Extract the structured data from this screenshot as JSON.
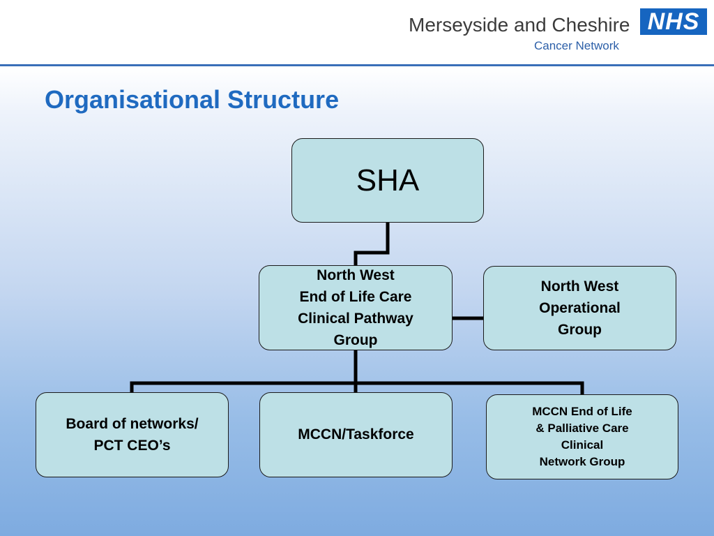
{
  "header": {
    "org_name": "Merseyside and Cheshire",
    "org_sub": "Cancer Network",
    "logo_text": "NHS"
  },
  "title": "Organisational Structure",
  "nodes": {
    "sha": "SHA",
    "nw_pathway": "North West\nEnd of Life Care\nClinical Pathway\nGroup",
    "nw_operational": "North West\nOperational\nGroup",
    "board": "Board of networks/\nPCT CEO’s",
    "mccn_taskforce": "MCCN/Taskforce",
    "mccn_palliative": "MCCN End of Life\n& Palliative Care\nClinical\nNetwork Group"
  },
  "colors": {
    "title": "#1f6ac0",
    "node_fill": "#bde0e6",
    "connector": "#000000",
    "nhs_blue": "#1665c0"
  }
}
